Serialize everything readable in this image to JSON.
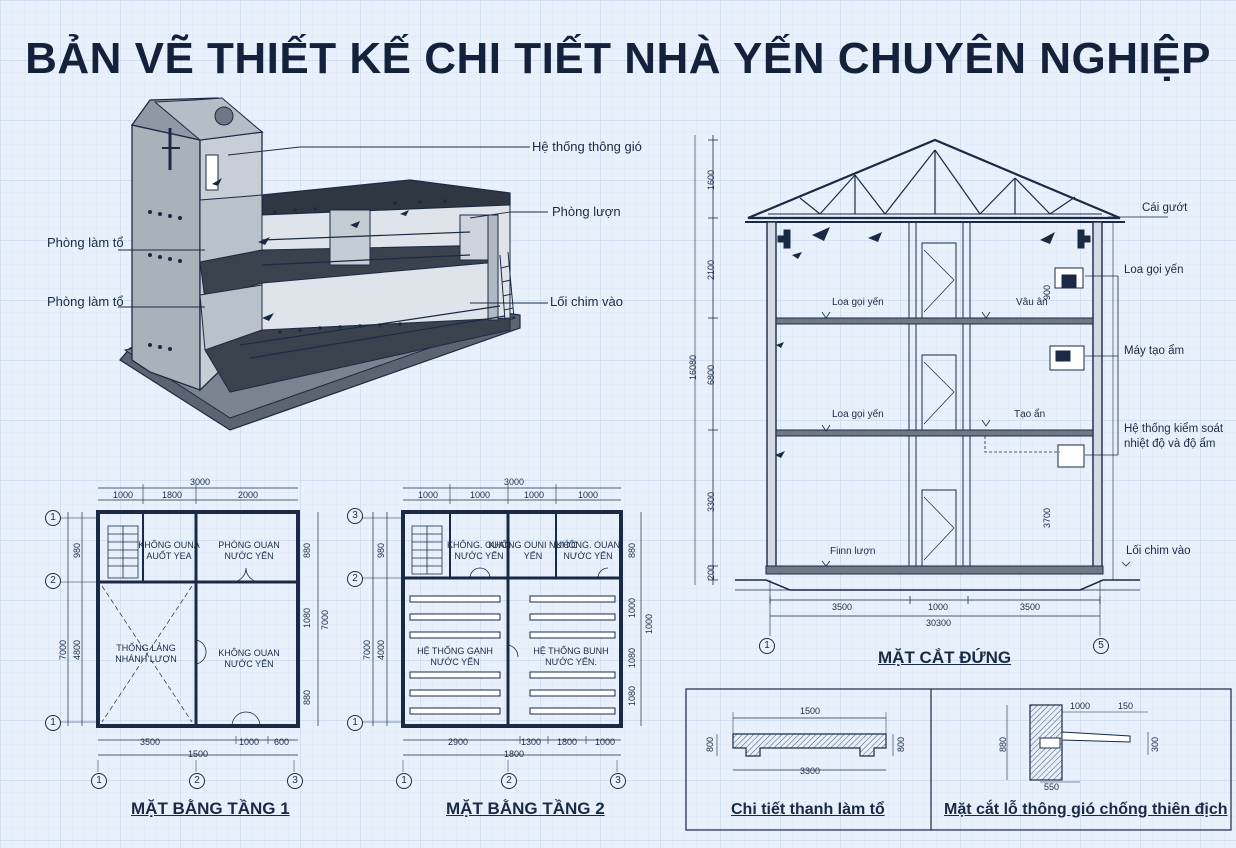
{
  "title": "BẢN VẼ THIẾT KẾ CHI TIẾT NHÀ YẾN CHUYÊN NGHIỆP",
  "iso": {
    "labels": [
      "Hệ thống thông gió",
      "Phòng lượn",
      "Phòng làm tổ",
      "Phòng làm tổ",
      "Lối chim vào"
    ]
  },
  "section": {
    "caption": "MẶT CẮT ĐỨNG",
    "labels": [
      "Cái gướt",
      "Loa gọi yến",
      "Máy tạo ẩm",
      "Hệ thống kiểm soát",
      "nhiệt độ và độ ẩm",
      "Lối chim vào"
    ],
    "inner_labels": [
      "Loa gọi yến",
      "Vâu ân",
      "Loa gọi yến",
      "Tạo ẩn",
      "Fiιnn lượn"
    ],
    "bottom_dims": [
      "3500",
      "1000",
      "3500"
    ],
    "total_dim": "30300",
    "vertical_dims": [
      "1600",
      "2100",
      "16080",
      "6800",
      "3300",
      "200"
    ],
    "right_vdims": [
      "900",
      "3700"
    ],
    "axes": [
      "1",
      "5"
    ]
  },
  "plan1": {
    "caption": "MẶT BẰNG TẦNG 1",
    "top_total": "3000",
    "top_dims": [
      "1000",
      "1800",
      "2000"
    ],
    "bottom_dims": [
      "3500",
      "1000",
      "600"
    ],
    "bottom_total": "1500",
    "left_dims": [
      "980",
      "7000",
      "4800"
    ],
    "right_dims": [
      "880",
      "7000",
      "1080",
      "880"
    ],
    "rooms": [
      "KHÔNG OUNA AUỐT YEA",
      "PHÒNG OUAN NƯỚC YẾN",
      "THỐNG LẢNG NHÁNH LƯỢN",
      "KHÔNG OUAN NƯỚC YẾN"
    ],
    "axes_left": [
      "1",
      "2",
      "1"
    ],
    "axes_bottom": [
      "1",
      "2",
      "3"
    ]
  },
  "plan2": {
    "caption": "MẶT BẰNG TẦNG 2",
    "top_total": "3000",
    "top_dims": [
      "1000",
      "1000",
      "1000",
      "1000"
    ],
    "bottom_dims": [
      "2900",
      "1300",
      "1800",
      "1000"
    ],
    "bottom_total": "1800",
    "left_dims": [
      "980",
      "7000",
      "4000"
    ],
    "right_dims": [
      "880",
      "1000",
      "1000",
      "1080",
      "1080"
    ],
    "rooms": [
      "KHÔNG. OUAN NƯỚC YẾN",
      "KHÔNG OUNI NƯỚC YẾN",
      "KHÔNG. OUAN NƯỚC YẾN",
      "HỆ THỐNG GẠNH NƯỚC YẾN",
      "HỆ THỐNG BUNH NƯỚC YẾN."
    ],
    "axes_left": [
      "3",
      "2",
      "1"
    ],
    "axes_bottom": [
      "1",
      "2",
      "3"
    ]
  },
  "detail1": {
    "caption": "Chi tiết thanh làm tổ",
    "dims": [
      "1500",
      "3300",
      "800",
      "800"
    ]
  },
  "detail2": {
    "caption": "Mặt cắt lỗ thông gió chống thiên địch",
    "dims": [
      "1000",
      "150",
      "880",
      "300",
      "550"
    ]
  },
  "colors": {
    "paper": "#e8f1fb",
    "grid": "#c9dbef",
    "ink": "#1b2a44",
    "shade": "#9aa3ad"
  }
}
